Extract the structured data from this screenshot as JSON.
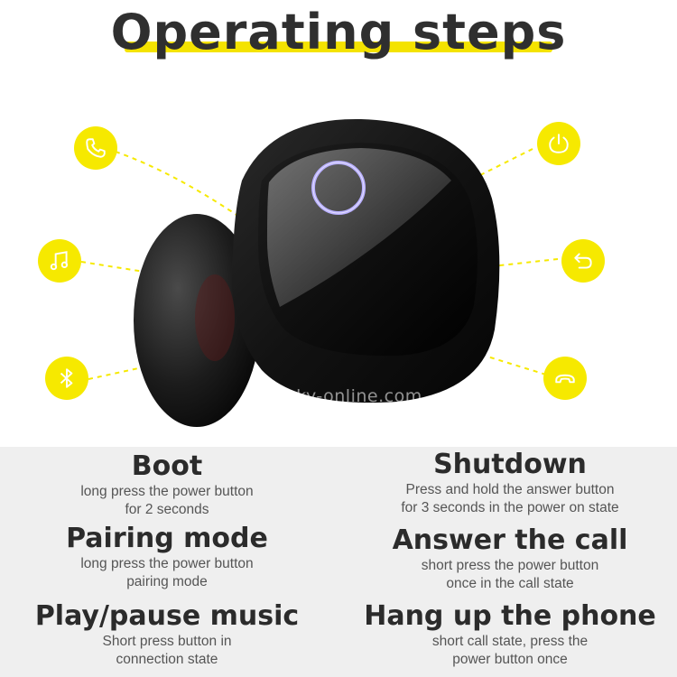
{
  "header": {
    "title": "Operating steps"
  },
  "watermark": "sunsky-online.com",
  "icons": {
    "left": [
      "phone-icon",
      "music-note-icon",
      "bluetooth-icon"
    ],
    "right": [
      "power-icon",
      "return-arrow-icon",
      "hang-up-icon"
    ],
    "accent_color": "#f6e900"
  },
  "steps": {
    "boot": {
      "title": "Boot",
      "line1": "long press the power button",
      "line2": "for 2 seconds"
    },
    "shutdown": {
      "title": "Shutdown",
      "line1": "Press and hold the answer button",
      "line2": "for 3 seconds in the power on state"
    },
    "pairing": {
      "title": "Pairing mode",
      "line1": "long press the power button",
      "line2": "pairing mode"
    },
    "answer": {
      "title": "Answer the call",
      "line1": "short press the power button",
      "line2": "once in the call state"
    },
    "play": {
      "title": "Play/pause music",
      "line1": "Short press button in",
      "line2": "connection state"
    },
    "hangup": {
      "title": "Hang up the phone",
      "line1": "short call state, press the",
      "line2": "power button once"
    }
  }
}
